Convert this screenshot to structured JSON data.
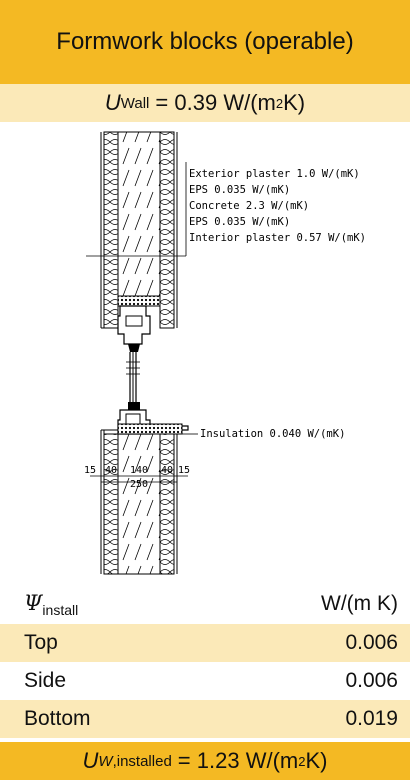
{
  "title": "Formwork blocks (operable)",
  "u_wall": {
    "symbol": "U",
    "subscript": "Wall",
    "equals": "=",
    "value": "0.39",
    "unit_prefix": "W/(m",
    "unit_exp": "2",
    "unit_suffix": " K)"
  },
  "diagram": {
    "layer_labels": [
      "Exterior plaster 1.0 W/(mK)",
      "EPS 0.035 W/(mK)",
      "Concrete 2.3 W/(mK)",
      "EPS 0.035 W/(mK)",
      "Interior plaster 0.57 W/(mK)"
    ],
    "insulation_label": "Insulation 0.040 W/(mK)",
    "dimensions": [
      "15",
      "40",
      "140",
      "40",
      "15"
    ],
    "total_dimension": "250"
  },
  "psi_table": {
    "symbol": "Ψ",
    "subscript": "install",
    "unit": "W/(m K)",
    "rows": [
      {
        "label": "Top",
        "value": "0.006"
      },
      {
        "label": "Side",
        "value": "0.006"
      },
      {
        "label": "Bottom",
        "value": "0.019"
      }
    ]
  },
  "u_installed": {
    "symbol": "U",
    "sub_italic": "W",
    "sub_rest": ",installed",
    "equals": "=",
    "value": "1.23",
    "unit_prefix": "W/(m",
    "unit_exp": "2",
    "unit_suffix": " K)"
  },
  "colors": {
    "header_bg": "#f4b923",
    "row_shade": "#fbe9b8"
  }
}
